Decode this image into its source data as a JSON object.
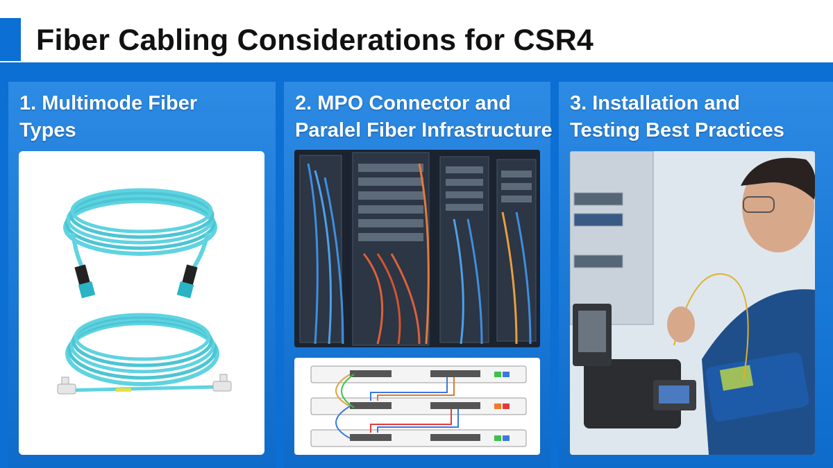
{
  "header": {
    "title": "Fiber Cabling Considerations for CSR4",
    "accent_color": "#0b6fd3"
  },
  "panels": [
    {
      "title_line1": "1. Multimode Fiber",
      "title_line2": "Types"
    },
    {
      "title_line1": "2. MPO Connector and",
      "title_line2": "Paralel Fiber Infrastructure"
    },
    {
      "title_line1": "3. Installation and",
      "title_line2": "Testing Best Practices"
    }
  ],
  "colors": {
    "panel_blue": "#1a78d6",
    "fiber_aqua": "#5fd3e0",
    "band_blue": "#0b6fd3"
  }
}
